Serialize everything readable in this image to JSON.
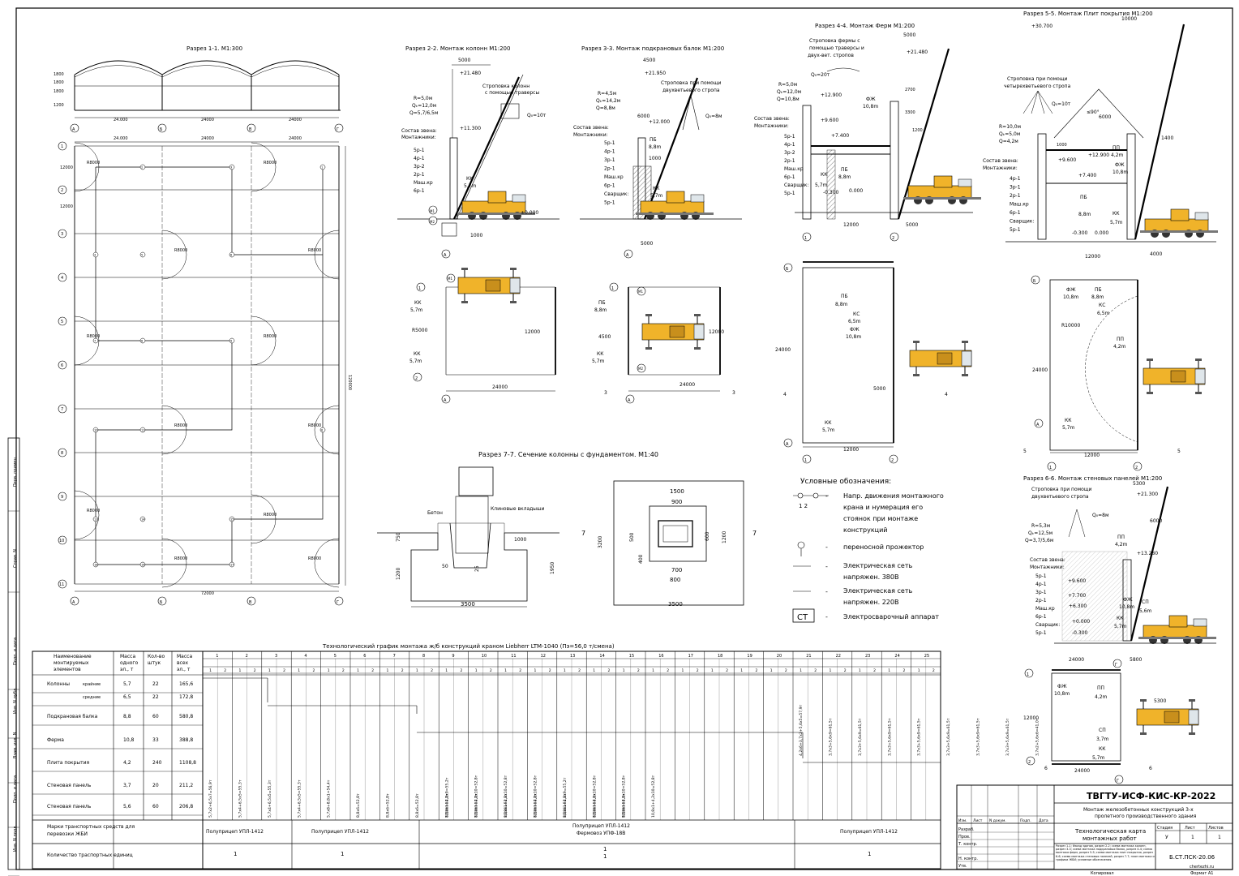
{
  "sections": {
    "s11": {
      "title": "Разрез 1-1. М1:300",
      "dims": [
        "24.000",
        "24000",
        "24000"
      ],
      "axes": [
        "А",
        "Б",
        "В",
        "Г"
      ],
      "levels": [
        "1800",
        "1800",
        "1800",
        "1200"
      ]
    },
    "plan": {
      "rows": [
        "1",
        "2",
        "3",
        "4",
        "5",
        "6",
        "7",
        "8",
        "9",
        "10",
        "11"
      ],
      "cols": [
        "А",
        "Б",
        "В",
        "Г"
      ],
      "top_dims": [
        "24.000",
        "24000",
        "24000"
      ],
      "bottom_dim": "72000",
      "side_dim": "120000",
      "left_dims": [
        "12000",
        "12000"
      ],
      "radius": "R8000"
    },
    "s22": {
      "title": "Разрез 2-2. Монтаж колонн М1:200",
      "sling": [
        "Строповка колонн",
        "с помощью траверсы"
      ],
      "qc": "Q₀=10т",
      "params": [
        "R=5,0м",
        "Qₖ=12,0м",
        "Q=5,7/6,5м"
      ],
      "crew_title": [
        "Состав звена:",
        "Монтажники:"
      ],
      "crew": [
        "5р-1",
        "4р-1",
        "3р-2",
        "2р-1",
        "Маш.кр",
        "6р-1"
      ],
      "levels": [
        "+21.480",
        "+11.300",
        "±0.000"
      ],
      "top_dim": "5000",
      "bottom_dim": "1000",
      "kk": [
        "КК",
        "5,7m"
      ],
      "axis": "А",
      "marks": [
        "М1",
        "М2"
      ]
    },
    "s33": {
      "title": "Разрез 3-3. Монтаж подкрановых балок М1:200",
      "sling": [
        "Строповка при помощи",
        "двухветьевого стропа"
      ],
      "qc": "Q₀=8м",
      "params": [
        "R=4,5м",
        "Qₖ=14,2м",
        "Q=8,8м"
      ],
      "crew_title": [
        "Состав звена:",
        "Монтажники:"
      ],
      "crew": [
        "5р-1",
        "4р-1",
        "3р-1",
        "2р-1",
        "Маш.кр",
        "6р-1",
        "Сварщик:",
        "5р-1"
      ],
      "levels": [
        "+21.950",
        "+12.000",
        "±0.000"
      ],
      "dims": [
        "4500",
        "6000",
        "5000",
        "1000"
      ],
      "pb": [
        "ПБ",
        "8,8m"
      ],
      "kk": [
        "КК",
        "5,7m"
      ],
      "axis": "А"
    },
    "s44": {
      "title": "Разрез 4-4. Монтаж Ферм М1:200",
      "sling": [
        "Строповка фермы с",
        "помощью траверсы и",
        "двух-вет. стропов"
      ],
      "qc": "Q₀=20т",
      "params": [
        "R=5,0м",
        "Qₖ=12,0м",
        "Q=10,8м"
      ],
      "crew_title": [
        "Состав звена:",
        "Монтажники:"
      ],
      "crew": [
        "5р-1",
        "4р-1",
        "3р-2",
        "2р-1",
        "Маш.кр",
        "6р-1",
        "Сварщик:",
        "5р-1"
      ],
      "levels": [
        "+21.480",
        "+12.900",
        "+9.600",
        "+7.400",
        "-0.300",
        "0.000"
      ],
      "dims": [
        "5000",
        "12000",
        "5000",
        "2700",
        "3300",
        "1200"
      ],
      "fzh": [
        "ФЖ",
        "10,8m"
      ],
      "pb": [
        "ПБ",
        "8,8m"
      ],
      "kk": [
        "КК",
        "5,7m"
      ],
      "axes": [
        "1",
        "2"
      ]
    },
    "s55": {
      "title": "Разрез 5-5. Монтаж Плит покрытия М1:200",
      "sling": [
        "Строповка при помощи",
        "четырехветьевого стропа"
      ],
      "qc": "Q₀=10т",
      "params": [
        "R=10,0м",
        "Qₖ=5,0м",
        "Q=4,2м"
      ],
      "crew_title": [
        "Состав звена:",
        "Монтажники:"
      ],
      "crew": [
        "4р-1",
        "3р-1",
        "2р-1",
        "Маш.кр",
        "6р-1",
        "Сварщик:",
        "5р-1"
      ],
      "levels": [
        "+30.700",
        "+12.900",
        "+9.600",
        "+7.400",
        "-0.300",
        "0.000"
      ],
      "dims": [
        "10000",
        "6000",
        "1400",
        "1000",
        "12000",
        "4000"
      ],
      "angle": "≤90°",
      "pp": [
        "ПП",
        "4,2m"
      ],
      "fzh": [
        "ФЖ",
        "10,8m"
      ],
      "pb": [
        "ПБ",
        "8,8m"
      ],
      "kk": [
        "КК",
        "5,7m"
      ]
    },
    "s66": {
      "title": "Разрез 6-6. Монтаж стеновых панелей М1:200",
      "sling": [
        "Строповка при помощи",
        "двухветьевого стропа"
      ],
      "qc": "Q₀=8м",
      "params": [
        "R=5,3м",
        "Qₖ=12,5м",
        "Q=3,7/5,6м"
      ],
      "crew_title": [
        "Состав звена:",
        "Монтажники:"
      ],
      "crew": [
        "5р-1",
        "4р-1",
        "3р-1",
        "2р-1",
        "Маш.кр",
        "6р-1",
        "Сварщик:",
        "5р-1"
      ],
      "levels": [
        "+21.300",
        "+13.280",
        "+9.600",
        "+7.700",
        "+6.300",
        "+0.000",
        "-0.300"
      ],
      "dims": [
        "5300",
        "6000",
        "24000",
        "5800"
      ],
      "pp": [
        "ПП",
        "4,2m"
      ],
      "sp": [
        "СП",
        "5,6m"
      ],
      "fzh": [
        "ФЖ",
        "10,8m"
      ],
      "kk": [
        "КК",
        "5,7m"
      ],
      "axis": "Г"
    },
    "plan22": {
      "axes": [
        "1",
        "2",
        "А"
      ],
      "kk1": [
        "КК",
        "5,7m"
      ],
      "kk2": [
        "КК",
        "5,7m"
      ],
      "radius": "R5000",
      "dims": [
        "12000",
        "24000"
      ],
      "marks": [
        "М1",
        "М2"
      ]
    },
    "plan33": {
      "pb": [
        "ПБ",
        "8,8m"
      ],
      "kk": [
        "КК",
        "5,7m"
      ],
      "dims": [
        "4500",
        "12000",
        "24000"
      ],
      "axes": [
        "1",
        "А",
        "3"
      ],
      "marks": [
        "М1",
        "М2"
      ]
    },
    "plan44": {
      "labels": [
        "ПБ",
        "8,8m",
        "КС",
        "6,5m",
        "ФЖ",
        "10,8m",
        "КК",
        "5,7m"
      ],
      "dims": [
        "24000",
        "5000",
        "12000"
      ],
      "axes": [
        "Б",
        "А",
        "1",
        "2"
      ],
      "sec": "4"
    },
    "plan55": {
      "labels": [
        "ФЖ",
        "10,8m",
        "ПБ",
        "8,8m",
        "КС",
        "6,5m",
        "R10000",
        "ПП",
        "4,2m",
        "КК",
        "5,7m"
      ],
      "dims": [
        "24000",
        "12000"
      ],
      "axes": [
        "Б",
        "А",
        "1",
        "2"
      ],
      "sec": "5"
    },
    "plan66": {
      "labels": [
        "ПП",
        "4,2m",
        "ФЖ",
        "10,8m",
        "СП",
        "3,7m",
        "КК",
        "5,7m"
      ],
      "dims": [
        "12000",
        "24000",
        "5300"
      ],
      "axes": [
        "1",
        "2",
        "Г"
      ],
      "sec": "6"
    },
    "s77": {
      "title": "Разрез 7-7. Сечение колонны с фундаментом. М1:40",
      "labels": [
        "Бетон",
        "Клиновые вкладыши"
      ],
      "dims": [
        "750",
        "1200",
        "1950",
        "1000",
        "50",
        "25",
        "3500"
      ],
      "plan_dims": [
        "1500",
        "900",
        "600",
        "1200",
        "500",
        "400",
        "700",
        "800",
        "3200",
        "3500"
      ],
      "sec": "7"
    },
    "legend": {
      "title": "Условные обозначения:",
      "items": [
        {
          "symbol": "1 2",
          "text": [
            "Напр. движения монтажного",
            "крана и нумерация его",
            "стоянок при монтаже",
            "конструкций"
          ]
        },
        {
          "symbol": "spot",
          "text": [
            "переносной прожектор"
          ]
        },
        {
          "symbol": "line380",
          "text": [
            "Электрическая сеть",
            "напряжен. 380В"
          ]
        },
        {
          "symbol": "line220",
          "text": [
            "Электрическая сеть",
            "напряжен. 220В"
          ]
        },
        {
          "symbol": "СТ",
          "text": [
            "Электросварочный аппарат"
          ]
        }
      ]
    },
    "schedule": {
      "title": "Технологический график монтажа ж/б конструкций краном  Liebherr  LTM-1040  (Пэ=56,0 т/смена)",
      "head": [
        "Наименование",
        "монтируемых",
        "элементов",
        "Масса",
        "одного",
        "эл., т",
        "Кол-во",
        "штук",
        "Масса",
        "всех",
        "эл., т"
      ],
      "rows": [
        {
          "name": "Колонны",
          "sub": "крайние",
          "mass": "5,7",
          "qty": "22",
          "total": "165,6"
        },
        {
          "name": "",
          "sub": "средние",
          "mass": "6,5",
          "qty": "22",
          "total": "172,8"
        },
        {
          "name": "Подкрановая балка",
          "sub": "",
          "mass": "8,8",
          "qty": "60",
          "total": "580,8"
        },
        {
          "name": "Ферма",
          "sub": "",
          "mass": "10,8",
          "qty": "33",
          "total": "388,8"
        },
        {
          "name": "Плита покрытия",
          "sub": "",
          "mass": "4,2",
          "qty": "240",
          "total": "1108,8"
        },
        {
          "name": "Стеновая панель",
          "sub": "",
          "mass": "3,7",
          "qty": "20",
          "total": "211,2"
        },
        {
          "name": "Стеновая панель",
          "sub": "",
          "mass": "5,6",
          "qty": "60",
          "total": "206,8"
        }
      ],
      "transport_label": [
        "Марки транспортных средств для",
        "перевозки ЖБИ"
      ],
      "count_label": "Количество траспортных единиц",
      "transport": [
        "Полуприцеп УПЛ-1412",
        "Полуприцеп УПЛ-1412",
        "Полуприцеп УПЛ-1412",
        "Фермовоз УПФ-18В",
        "Полуприцеп УПЛ-1412"
      ],
      "counts": [
        "1",
        "1",
        "1",
        "1",
        "1"
      ],
      "days": [
        "1",
        "2",
        "3",
        "4",
        "5",
        "6",
        "7",
        "8",
        "9",
        "10",
        "11",
        "12",
        "13",
        "14",
        "15",
        "16",
        "17",
        "18",
        "19",
        "20",
        "21",
        "22",
        "23",
        "24",
        "25"
      ],
      "col_calc": [
        "5,7x2+6,5x7=56,9т",
        "5,7x4+6,5x5=55,3т",
        "5,7x4+6,5x5=55,3т",
        "5,7x4+6,5x5=55,3т",
        "5,7x8+8,8x1=54,4т",
        "8,8x6=52,8т",
        "8,8x6=52,8т",
        "8,8x6=52,8т",
        "8,8x6=52,8т",
        "8,8x6=52,8т",
        "8,8x6=52,8т",
        "8,8x6=52,8т",
        "8,8x6=52,8т",
        "8,8x6=52,8т",
        "8,8x6=52,8т"
      ],
      "slab_calc": [
        "10,8x1+4,2x9=55,2т",
        "10,8x1+4,2x10=52,8т",
        "10,8x1+4,2x10=52,8т",
        "10,8x1+4,2x10=52,8т",
        "10,8x1+4,2x9=55,2т",
        "10,8x1+4,2x10=52,8т",
        "10,8x1+4,2x10=52,8т",
        "10,8x1+4,2x10=52,8т"
      ],
      "wall_calc": [
        "4,2x6+3,7x2+5,6x5=57,9т",
        "3,7x3+5,6x9=61,5т",
        "3,7x3+5,6x9=61,5т",
        "3,7x3+5,6x9=61,5т",
        "3,7x3+5,6x9=61,5т",
        "3,7x3+5,6x9=61,5т",
        "3,7x3+5,6x9=61,5т",
        "3,7x3+5,6x9=61,5т",
        "3,7x2+5,6x6=41,0т"
      ]
    },
    "stamp": {
      "code": "ТВГТУ-ИСФ-КИС-КР-2022",
      "title": [
        "Монтаж железобетонных конструкций 3-х",
        "пролетного производственного здания"
      ],
      "sheet_title": [
        "Технологическая карта",
        "монтажных работ"
      ],
      "cols": [
        "Изм.",
        "Лист",
        "N докум.",
        "Подп.",
        "Дата"
      ],
      "roles": [
        "Разраб.",
        "Пров.",
        "Т. контр.",
        "",
        "Н. контр.",
        "Утв."
      ],
      "stage_head": [
        "Стадия",
        "Лист",
        "Листов"
      ],
      "stage": [
        "У",
        "1",
        "1"
      ],
      "group": "Б.СТ.ПСК-20.06",
      "note": [
        "Разрез 1-1; Фасад здания, разрез 2-2; схема монтажа колонн, разрез 3-3; схема монтажа подкрановых балок, разрез 4-4; схема монтажа ферм, разрез 5-5; схема монтажа плит покрытия, разрез 6-6; схема монтажа стеновых панелей, разрез 7-7; план монтажа и графики ЖБИ; условные обозначения."
      ],
      "copy": "Копировал",
      "format": "Формат А1"
    },
    "side_stamp": [
      "Перв. примен.",
      "Справ. N",
      "Подп. и дата",
      "Инв. N дубл.",
      "Взам. инв. N",
      "Подп. и дата",
      "Инв. N подл."
    ],
    "watermark": "chertezhi.ru"
  },
  "colors": {
    "crane": "#f0b32a",
    "crane_dark": "#b88414",
    "line": "#000000"
  }
}
